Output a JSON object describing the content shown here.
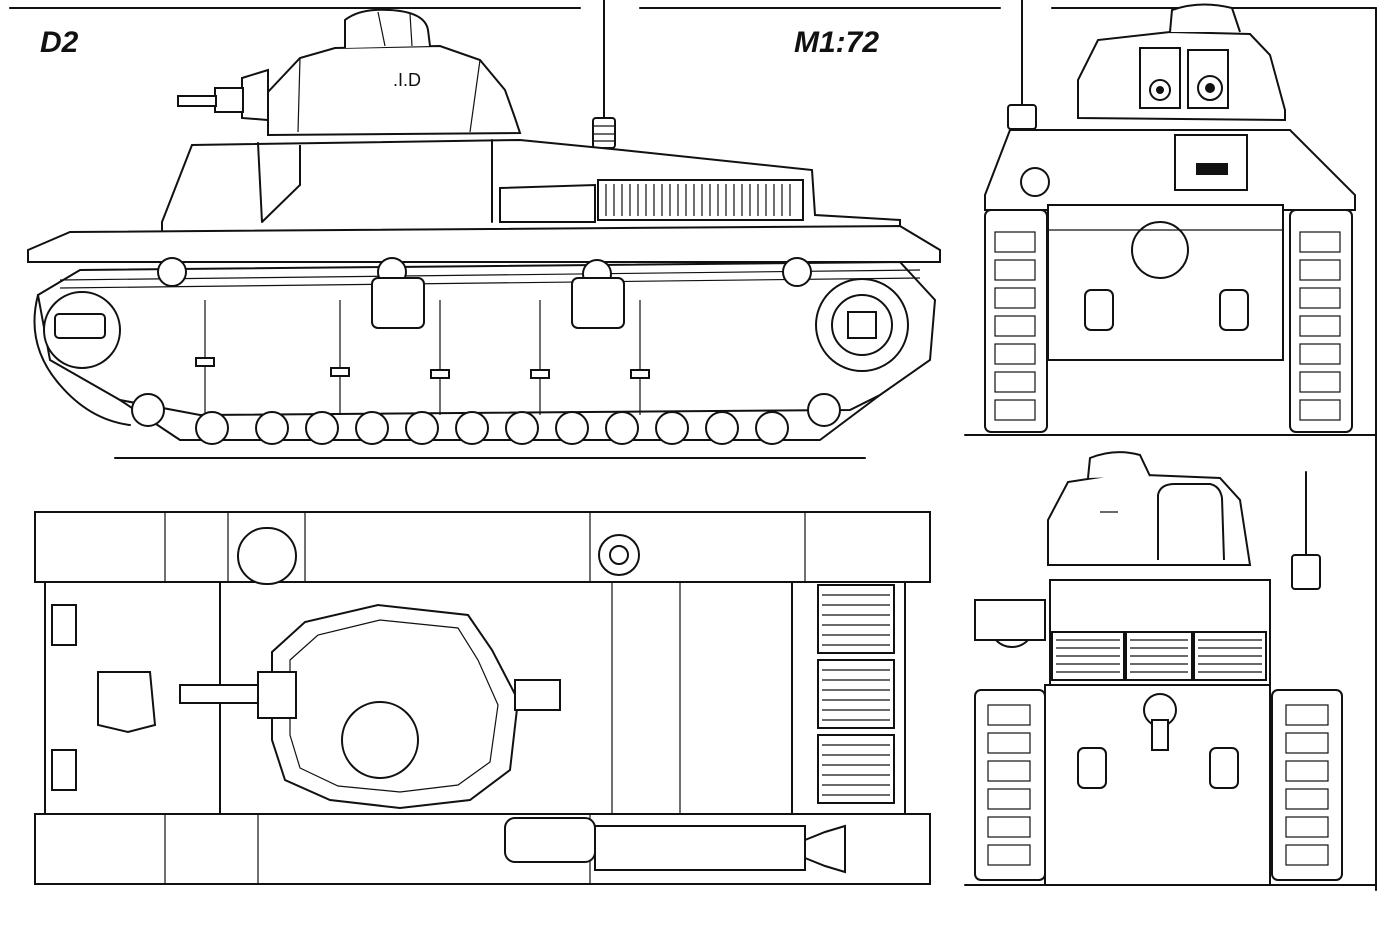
{
  "drawing": {
    "title": "D2",
    "scale": "M1:72"
  },
  "views": [
    {
      "name": "side-view"
    },
    {
      "name": "front-view"
    },
    {
      "name": "top-view"
    },
    {
      "name": "rear-view"
    }
  ]
}
